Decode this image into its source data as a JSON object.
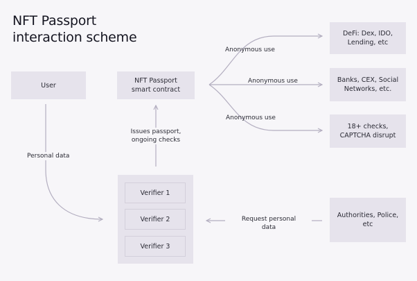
{
  "title": {
    "line1": "NFT Passport",
    "line2": "interaction scheme"
  },
  "nodes": {
    "user": "User",
    "contract_line1": "NFT Passport",
    "contract_line2": "smart contract",
    "defi_line1": "DeFi: Dex, IDO,",
    "defi_line2": "Lending, etc",
    "banks_line1": "Banks, CEX, Social",
    "banks_line2": "Networks, etc.",
    "checks_line1": "18+ checks,",
    "checks_line2": "CAPTCHA disrupt",
    "authorities": "Authorities, Police, etc",
    "verifier1": "Verifier 1",
    "verifier2": "Verifier 2",
    "verifier3": "Verifier 3"
  },
  "edges": {
    "anon_top": "Anonymous use",
    "anon_mid": "Anonymous use",
    "anon_bottom": "Anonymous use",
    "issues_line1": "Issues passport,",
    "issues_line2": "ongoing checks",
    "personal_data": "Personal data",
    "request_line1": "Request personal",
    "request_line2": "data"
  },
  "colors": {
    "background": "#f7f6f9",
    "box": "#e6e3ec",
    "arrow": "#b3aec0"
  }
}
